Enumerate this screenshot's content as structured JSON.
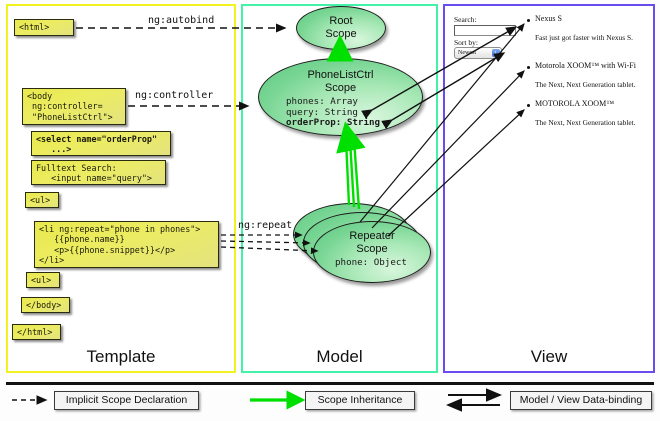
{
  "panels": {
    "template": {
      "label": "Template",
      "border_color": "#f2f21e"
    },
    "model": {
      "label": "Model",
      "border_color": "#42f2a8"
    },
    "view": {
      "label": "View",
      "border_color": "#6a4bf0"
    }
  },
  "template_boxes": [
    {
      "name": "html-open",
      "text": "<html>"
    },
    {
      "name": "body-open",
      "text": "<body\n ng:controller=\n \"PhoneListCtrl\">"
    },
    {
      "name": "select-tag",
      "text": "<select name=\"orderProp\"\n   ...>"
    },
    {
      "name": "fulltext",
      "text": "Fulltext Search:\n   <input name=\"query\">"
    },
    {
      "name": "ul-open",
      "text": "<ul>"
    },
    {
      "name": "li-repeat",
      "text": "<li ng:repeat=\"phone in phones\">\n   {{phone.name}}\n   <p>{{phone.snippet}}</p>\n</li>"
    },
    {
      "name": "ul-close",
      "text": "<ul>"
    },
    {
      "name": "body-close",
      "text": "</body>"
    },
    {
      "name": "html-close",
      "text": "</html>"
    }
  ],
  "arrow_labels": {
    "autobind": "ng:autobind",
    "controller": "ng:controller",
    "repeat": "ng:repeat"
  },
  "scopes": [
    {
      "name": "root-scope",
      "title_line1": "Root",
      "title_line2": "Scope",
      "props": []
    },
    {
      "name": "phonelistctrl-scope",
      "title_line1": "PhoneListCtrl",
      "title_line2": "Scope",
      "props": [
        {
          "text": "phones: Array",
          "bold": false
        },
        {
          "text": "query: String",
          "bold": false
        },
        {
          "text": "orderProp: String",
          "bold": true
        }
      ]
    },
    {
      "name": "repeater-scope",
      "title_line1": "Repeater",
      "title_line2": "Scope",
      "props": [
        {
          "text": "phone: Object",
          "bold": false
        }
      ]
    }
  ],
  "view": {
    "search_label": "Search:",
    "search_value": "",
    "sort_label": "Sort by:",
    "sort_selected": "Newest",
    "items": [
      {
        "title": "Nexus S",
        "desc": "Fast just got faster with Nexus S."
      },
      {
        "title": "Motorola XOOM™  with Wi-Fi",
        "desc": "The Next, Next Generation tablet."
      },
      {
        "title": "MOTOROLA XOOM™",
        "desc": "The Next, Next Generation tablet."
      }
    ]
  },
  "legend": [
    {
      "name": "implicit-scope-declaration",
      "label": "Implicit Scope Declaration",
      "style": "dashed-arrow",
      "color": "#111111"
    },
    {
      "name": "scope-inheritance",
      "label": "Scope Inheritance",
      "style": "solid-arrow",
      "color": "#00e000"
    },
    {
      "name": "model-view-data-binding",
      "label": "Model / View Data-binding",
      "style": "double-arrow",
      "color": "#111111"
    }
  ]
}
